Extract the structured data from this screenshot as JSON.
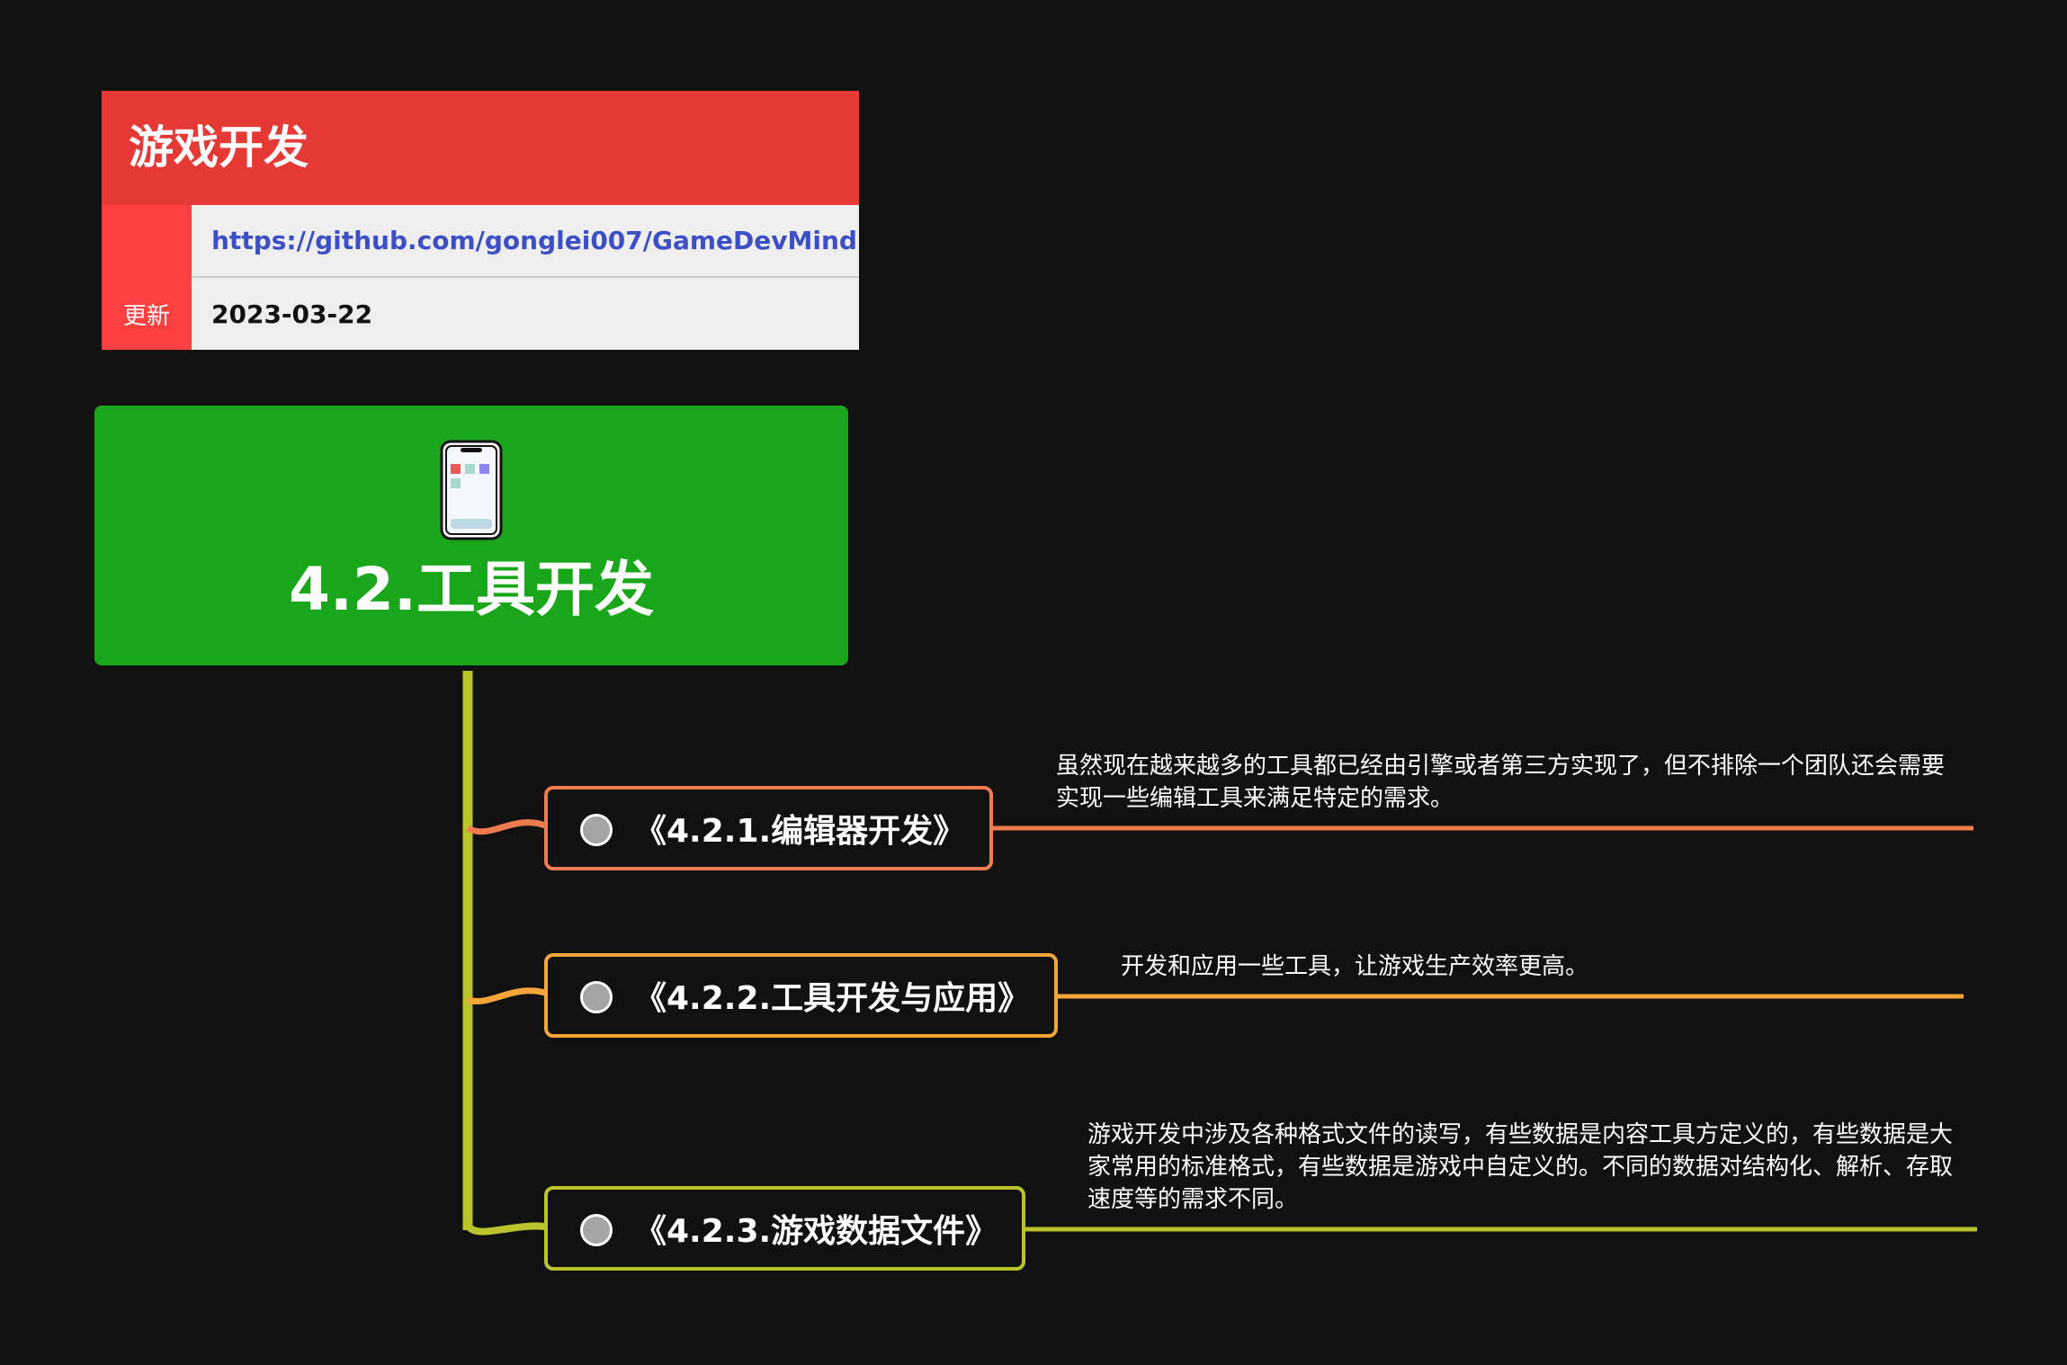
{
  "header": {
    "title": "游戏开发",
    "link_label": "",
    "link": "https://github.com/gonglei007/GameDevMind",
    "update_label": "更新",
    "update_date": "2023-03-22"
  },
  "root": {
    "title": "4.2.工具开发",
    "icon": "smartphone-icon"
  },
  "branches": [
    {
      "label": "《4.2.1.编辑器开发》",
      "note": "虽然现在越来越多的工具都已经由引擎或者第三方实现了，但不排除一个团队还会需要实现一些编辑工具来满足特定的需求。",
      "color": "#f07b4f"
    },
    {
      "label": "《4.2.2.工具开发与应用》",
      "note": "开发和应用一些工具，让游戏生产效率更高。",
      "color": "#f8a53a"
    },
    {
      "label": "《4.2.3.游戏数据文件》",
      "note": "游戏开发中涉及各种格式文件的读写，有些数据是内容工具方定义的，有些数据是大家常用的标准格式，有些数据是游戏中自定义的。不同的数据对结构化、解析、存取速度等的需求不同。",
      "color": "#b9c42c"
    }
  ],
  "colors": {
    "background": "#111111",
    "header": "#e53935",
    "root": "#1aa61a",
    "trunk": "#b9c42c"
  }
}
